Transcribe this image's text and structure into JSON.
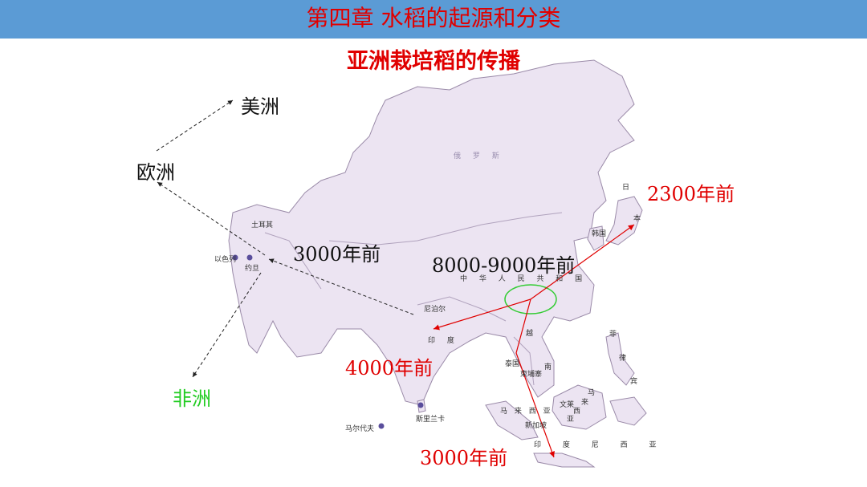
{
  "header": {
    "title": "第四章  水稻的起源和分类",
    "bg_color": "#5b9bd5",
    "title_color": "#e00000"
  },
  "subtitle": "亚洲栽培稻的传播",
  "labels": {
    "america": "美洲",
    "europe": "欧洲",
    "africa": "非洲",
    "west_3000": "3000年前",
    "origin": "8000-9000年前",
    "japan_2300": "2300年前",
    "india_4000": "4000年前",
    "indonesia_3000": "3000年前"
  },
  "map_labels": {
    "russia": "俄 罗 斯",
    "china": "中 华 人 民 共 和 国",
    "turkey": "土耳其",
    "israel": "以色列",
    "jordan": "约旦",
    "nepal": "尼泊尔",
    "india": "印 度",
    "srilanka": "斯里兰卡",
    "maldives": "马尔代夫",
    "korea": "韩国",
    "japan1": "日",
    "japan2": "本",
    "thailand": "泰国",
    "vietnam": "越",
    "cambodia": "柬埔寨",
    "laos": "南",
    "philippines1": "菲",
    "philippines2": "律",
    "philippines3": "宾",
    "malaysia": "马 来 西 亚",
    "brunei": "文莱",
    "singapore": "新加坡",
    "indonesia": "印 度 尼 西 亚",
    "malay2": "马",
    "malay3": "来",
    "malay4": "西",
    "malay5": "亚"
  },
  "colors": {
    "land": "#ece4f2",
    "border": "#9a8aa8",
    "red_arrow": "#e00000",
    "black_arrow": "#222222",
    "origin_ellipse": "#33cc33"
  }
}
